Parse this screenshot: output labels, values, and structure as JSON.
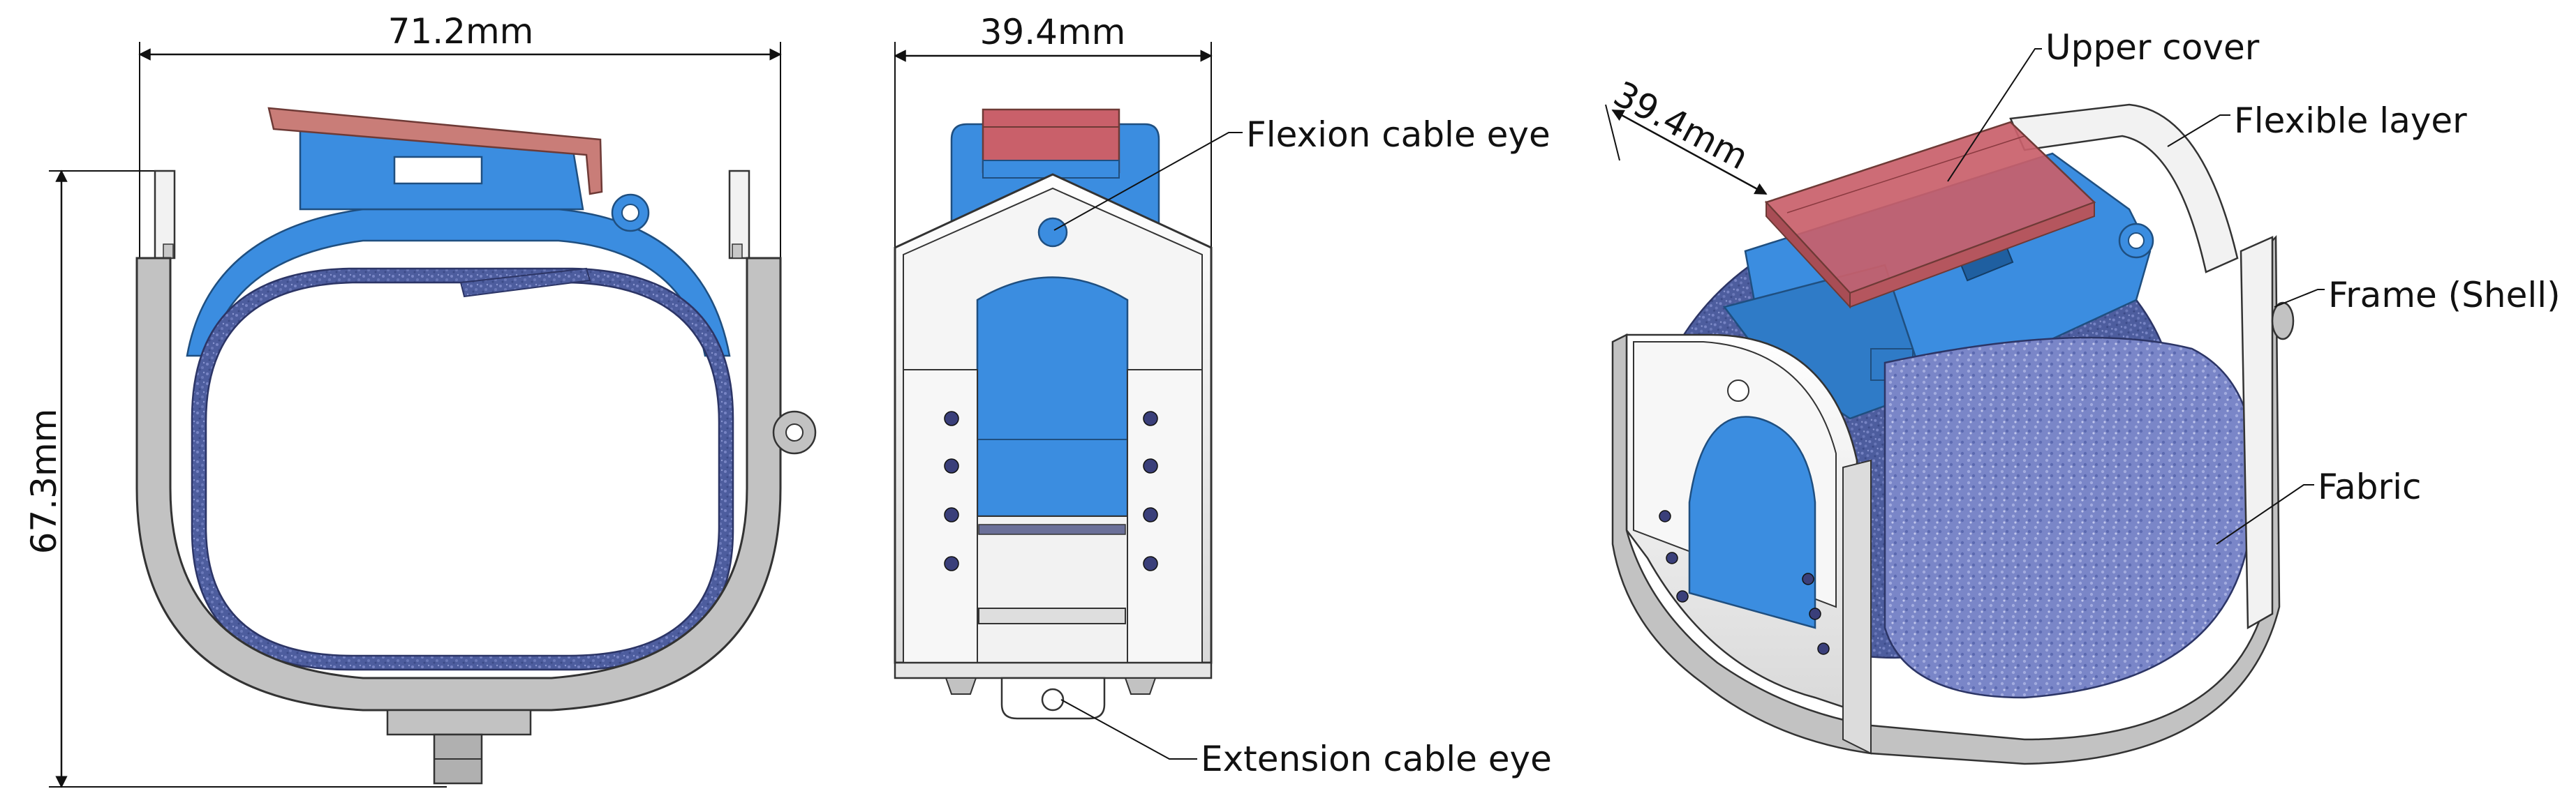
{
  "dimensions": {
    "front_width": "71.2mm",
    "front_height": "67.3mm",
    "side_width": "39.4mm",
    "iso_depth": "39.4mm"
  },
  "callouts": {
    "flexion_cable_eye": "Flexion cable eye",
    "extension_cable_eye": "Extension cable eye",
    "upper_cover": "Upper cover",
    "flexible_layer": "Flexible layer",
    "frame_shell": "Frame (Shell)",
    "fabric": "Fabric"
  },
  "colors": {
    "frame_grey": "#c2c2c2",
    "flexible_layer_white": "#f2f2f2",
    "blue_part": "#3b8de0",
    "upper_cover_red": "#c97d78",
    "fabric_blue": "#4a5a9a"
  }
}
